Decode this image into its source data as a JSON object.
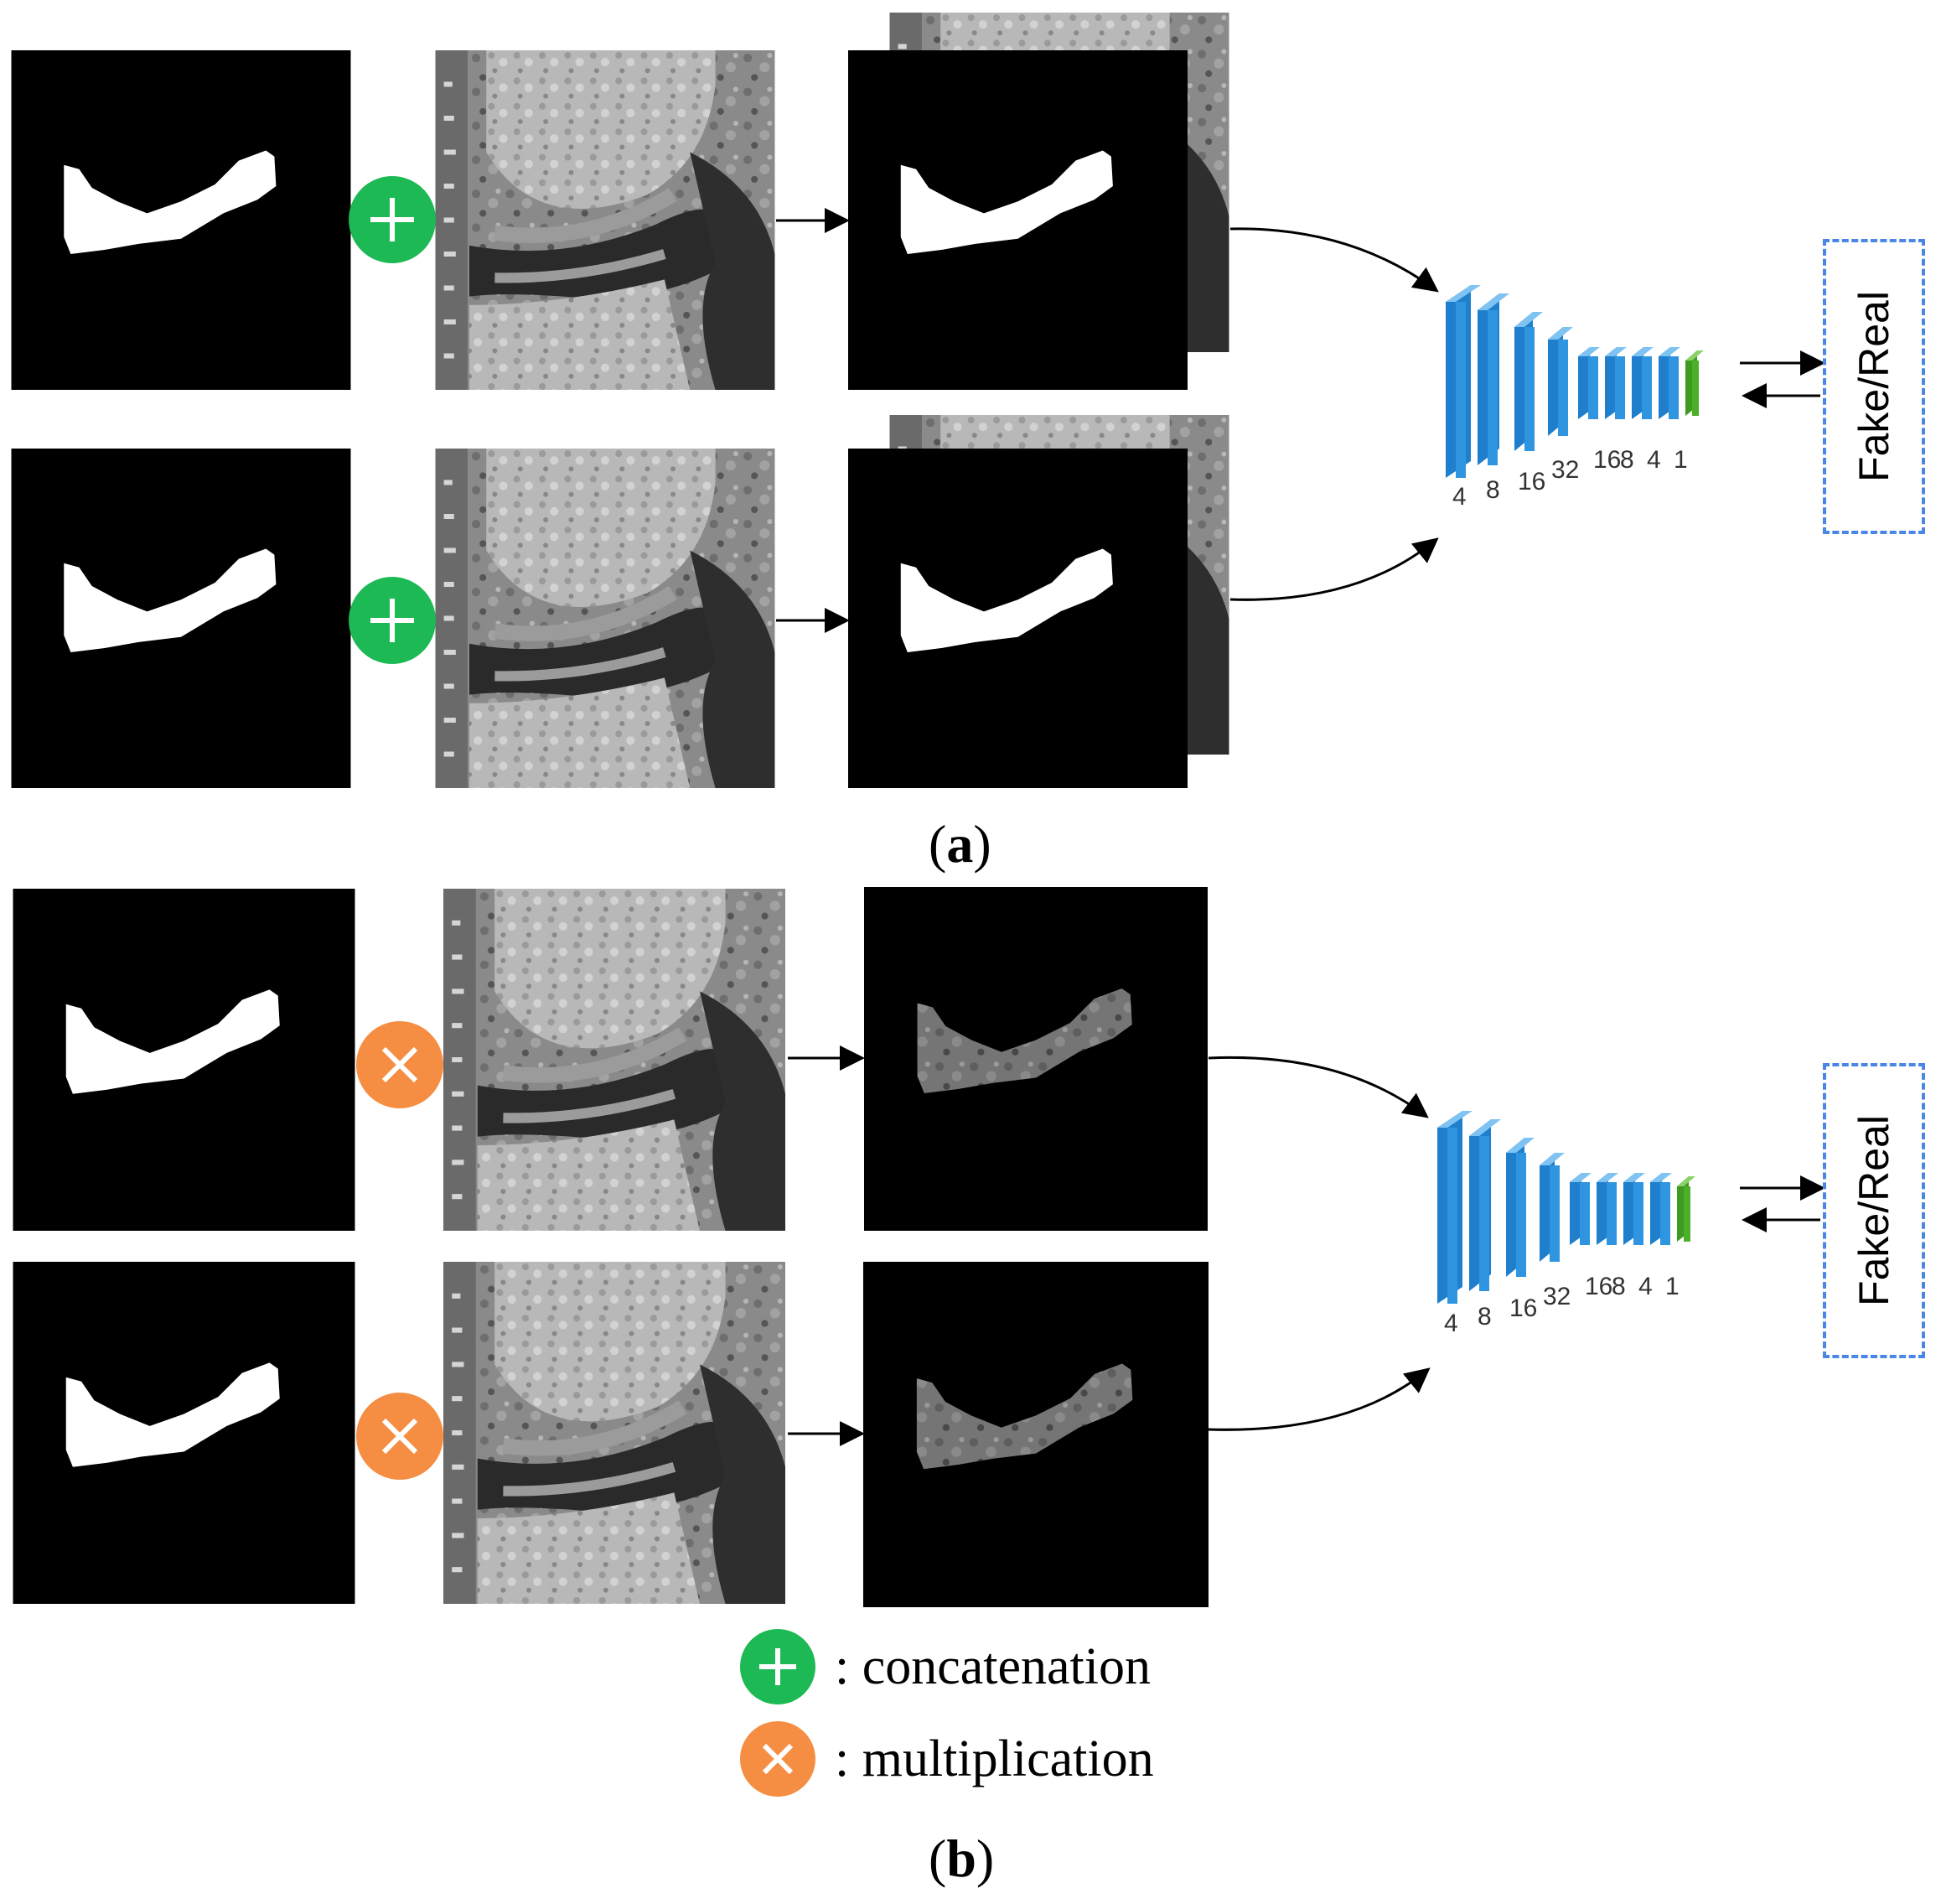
{
  "panels": [
    {
      "label_open": "(",
      "label_letter": "a",
      "label_close": ")",
      "operator": "concatenation"
    },
    {
      "label_open": "(",
      "label_letter": "b",
      "label_close": ")",
      "operator": "multiplication"
    }
  ],
  "discriminator": {
    "output_label": "Fake/Real",
    "layer_numbers": [
      "4",
      "8",
      "16",
      "32",
      "16",
      "8",
      "4",
      "1"
    ]
  },
  "legend": {
    "items": [
      {
        "symbol": "+",
        "label": ": concatenation",
        "color": "#1db954"
      },
      {
        "symbol": "×",
        "label": ": multiplication",
        "color": "#f58d42"
      }
    ]
  },
  "colors": {
    "concat_green": "#1db954",
    "multiply_orange": "#f58d42",
    "network_blue": "#2f8fd8",
    "network_green": "#4caf2a",
    "dashed_box": "#4a86e8"
  }
}
